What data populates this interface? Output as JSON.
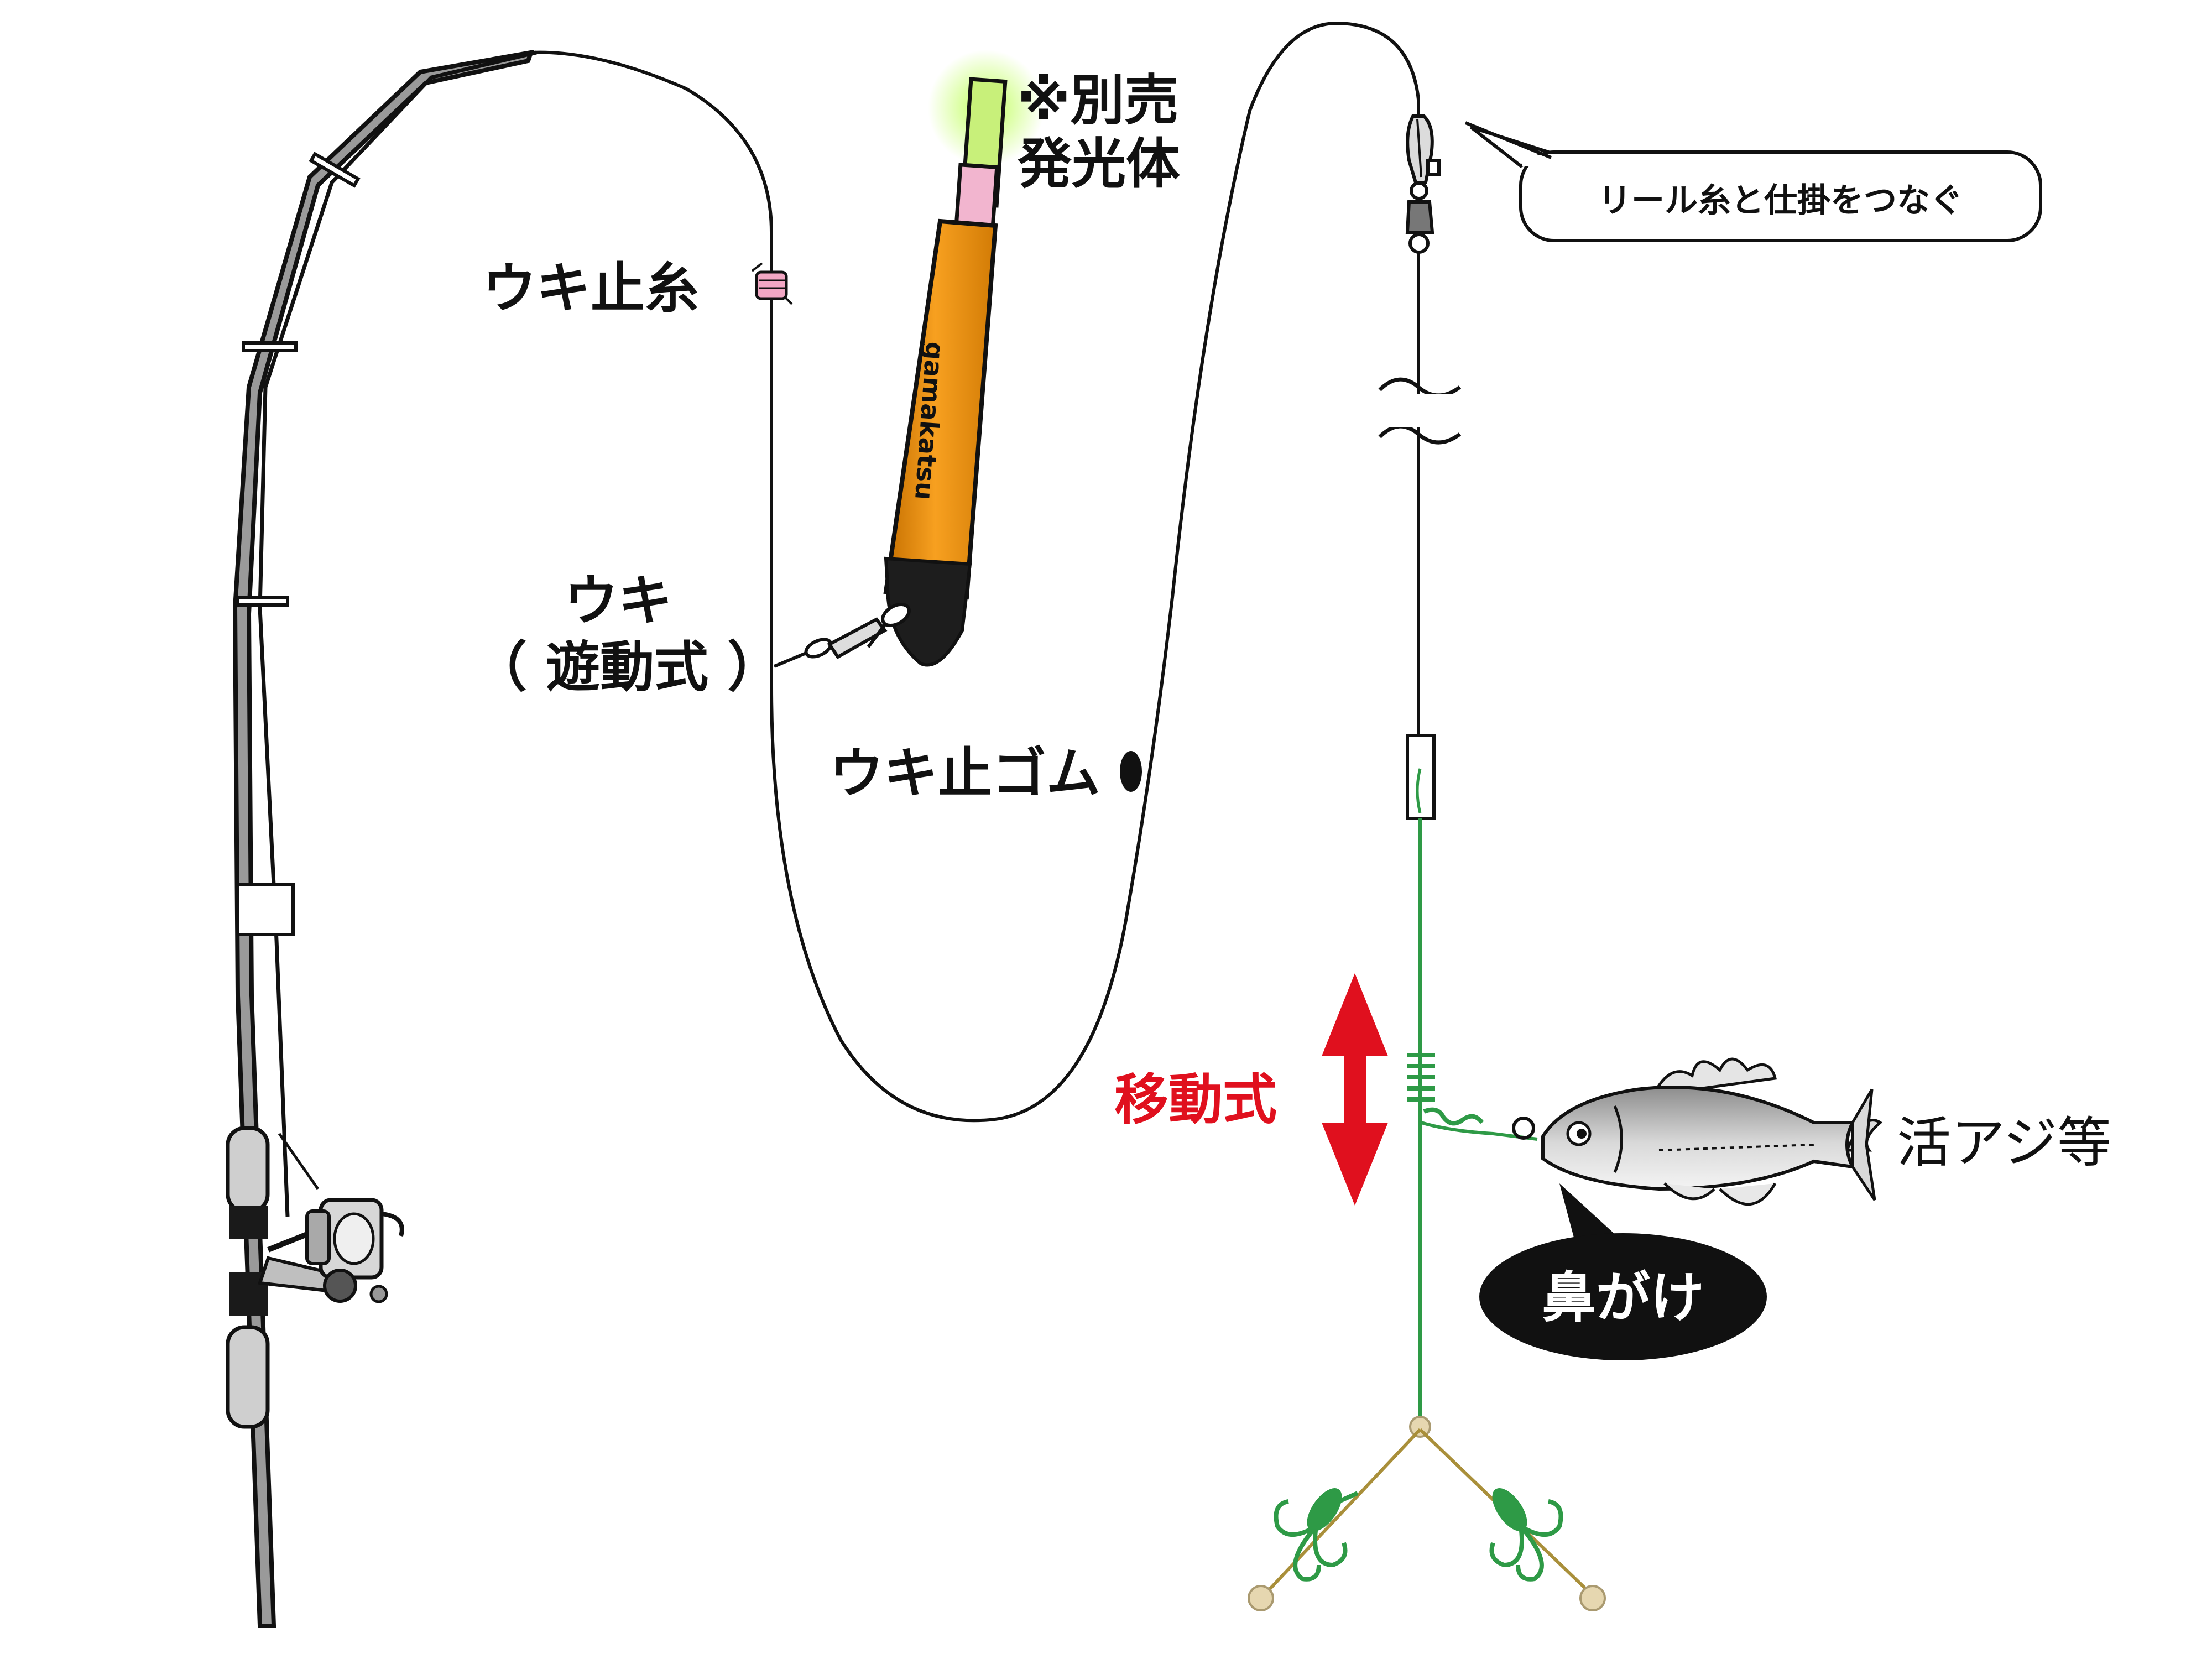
{
  "labels": {
    "uki_stop_thread": "ウキ止糸",
    "float_line1": "ウキ",
    "float_line2": "（ 遊動式 ）",
    "separately_sold_1": "※別売",
    "separately_sold_2": "発光体",
    "uki_stop_rubber": "ウキ止ゴム",
    "float_brand": "gamakatsu",
    "reel_connect": "リール糸と仕掛をつなぐ",
    "movable": "移動式",
    "live_bait": "活アジ等",
    "nose_hook": "鼻がけ"
  },
  "colors": {
    "float_body": "#f0940a",
    "float_tip": "#c8f07a",
    "stopper_thread": "#f2a7c4",
    "leader_line": "#2e9a46",
    "movable_arrow": "#e0101e",
    "callout_fill": "#111111"
  }
}
